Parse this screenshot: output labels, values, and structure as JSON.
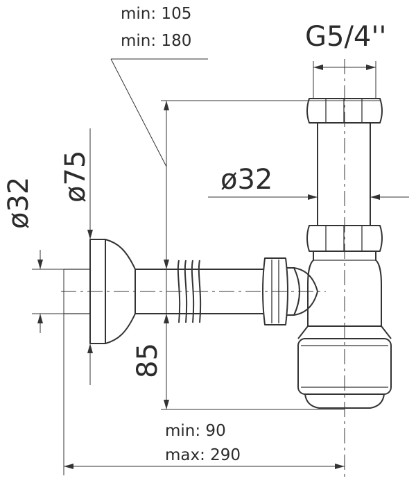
{
  "diagram": {
    "labels": {
      "thread": "G5/4''",
      "outlet_diameter": "ø32",
      "wall_pipe_diameter": "ø32",
      "flange_diameter": "ø75",
      "height_offset": "85",
      "depth_min": "min: 105",
      "depth_max": "min: 180",
      "length_min": "min: 90",
      "length_max": "max: 290"
    }
  }
}
